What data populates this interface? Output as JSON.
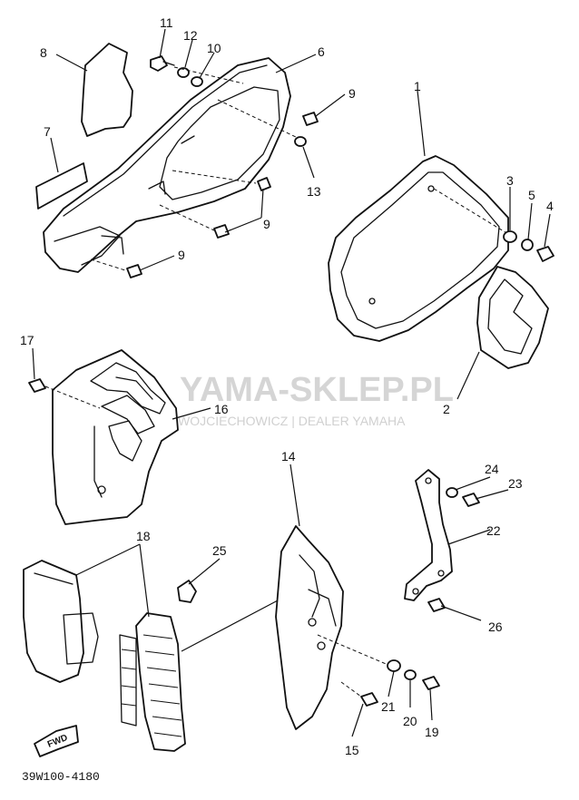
{
  "diagram": {
    "callouts": {
      "c1": "1",
      "c2": "2",
      "c3": "3",
      "c4": "4",
      "c5": "5",
      "c6": "6",
      "c7": "7",
      "c8": "8",
      "c9": "9",
      "c10": "10",
      "c11": "11",
      "c12": "12",
      "c13": "13",
      "c14": "14",
      "c15": "15",
      "c16": "16",
      "c17": "17",
      "c18": "18",
      "c19": "19",
      "c20": "20",
      "c21": "21",
      "c22": "22",
      "c23": "23",
      "c24": "24",
      "c25": "25",
      "c26": "26"
    },
    "diagram_code": "39W100-4180",
    "fwd_label": "FWD",
    "watermark": {
      "title": "YAMA-SKLEP.PL",
      "subtitle": "WOJCIECHOWICZ | DEALER YAMAHA",
      "logo": "wing-logo"
    },
    "colors": {
      "line": "#111111",
      "background": "#ffffff",
      "watermark_gray": "#c8c8c8",
      "watermark_logo": "#f2c4c4"
    }
  }
}
